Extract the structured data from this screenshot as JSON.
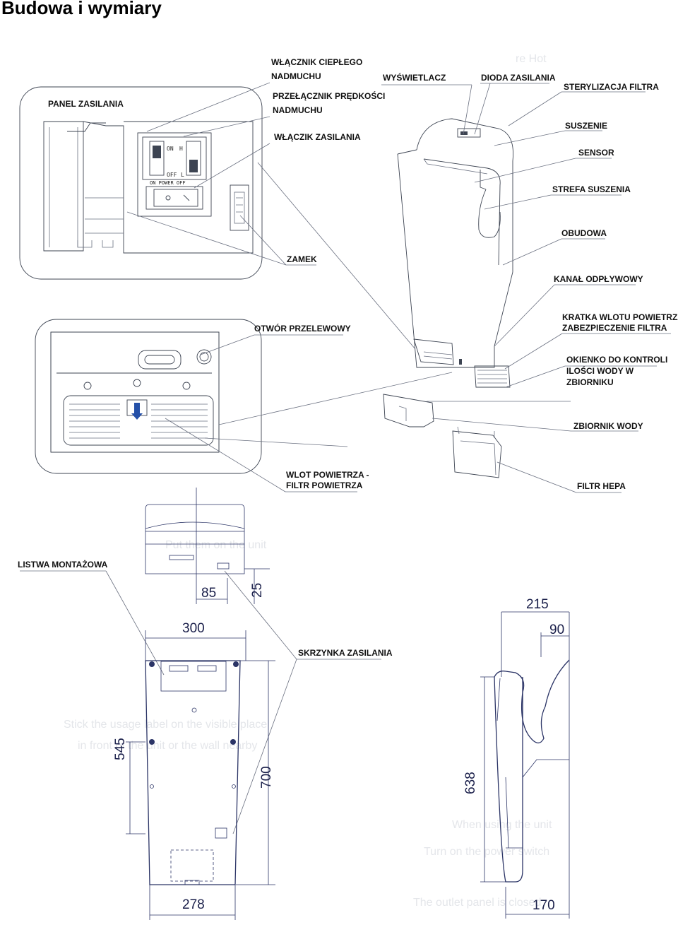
{
  "title": "Budowa i wymiary",
  "labels": {
    "wlacznik_cieplego_1": "WŁĄCZNIK CIEPŁEGO",
    "wlacznik_cieplego_2": "NADMUCHU",
    "przelacznik_1": "PRZEŁĄCZNIK PRĘDKOŚCI",
    "przelacznik_2": "NADMUCHU",
    "wlaczik_zasilania": "WŁĄCZIK ZASILANIA",
    "panel_zasilania": "PANEL ZASILANIA",
    "wyswietlacz": "WYŚWIETLACZ",
    "dioda": "DIODA ZASILANIA",
    "sterylizacja": "STERYLIZACJA FILTRA",
    "suszenie": "SUSZENIE",
    "sensor": "SENSOR",
    "strefa": "STREFA SUSZENIA",
    "obudowa": "OBUDOWA",
    "zamek": "ZAMEK",
    "kanal": "KANAŁ ODPŁYWOWY",
    "otwor": "OTWÓR PRZELEWOWY",
    "kratka_1": "KRATKA WLOTU POWIETRZA",
    "kratka_2": "ZABEZPIECZENIE FILTRA",
    "okienko_1": "OKIENKO DO KONTROLI",
    "okienko_2": "ILOŚCI WODY W",
    "okienko_3": "ZBIORNIKU",
    "zbiornik": "ZBIORNIK WODY",
    "wlot_1": "WLOT POWIETRZA -",
    "wlot_2": "FILTR POWIETRZA",
    "filtr_hepa": "FILTR HEPA",
    "listwa": "LISTWA MONTAŻOWA",
    "skrzynka": "SKRZYNKA ZASILANIA"
  },
  "panel_markings": {
    "on": "ON",
    "h": "H",
    "off": "OFF",
    "l": "L",
    "on_power_off": "ON   POWER   OFF"
  },
  "dimensions": {
    "d85": "85",
    "d25": "25",
    "d300": "300",
    "d545": "545",
    "d700": "700",
    "d278": "278",
    "d215": "215",
    "d90": "90",
    "d638": "638",
    "d170": "170"
  }
}
